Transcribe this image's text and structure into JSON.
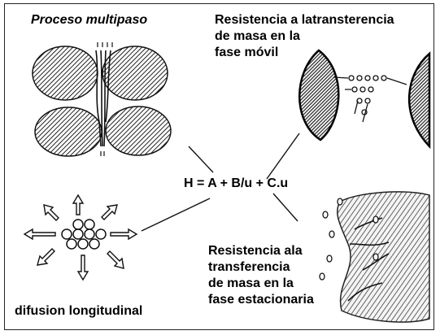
{
  "labels": {
    "multipass": "Proceso multipaso",
    "mobile_phase_l1": "Resistencia a latransterencia",
    "mobile_phase_l2": "de masa en la",
    "mobile_phase_l3": "fase móvil",
    "equation": "H  =  A + B/u + C.u",
    "stationary_l1": "Resistencia ala",
    "stationary_l2": "transferencia",
    "stationary_l3": "de masa en la",
    "stationary_l4": "fase estacionaria",
    "longitudinal": "difusion longitudinal"
  },
  "colors": {
    "ink": "#000000",
    "hatch_fill": "#9a9a9a",
    "dark_fill": "#5a5a5a",
    "background": "#ffffff"
  }
}
